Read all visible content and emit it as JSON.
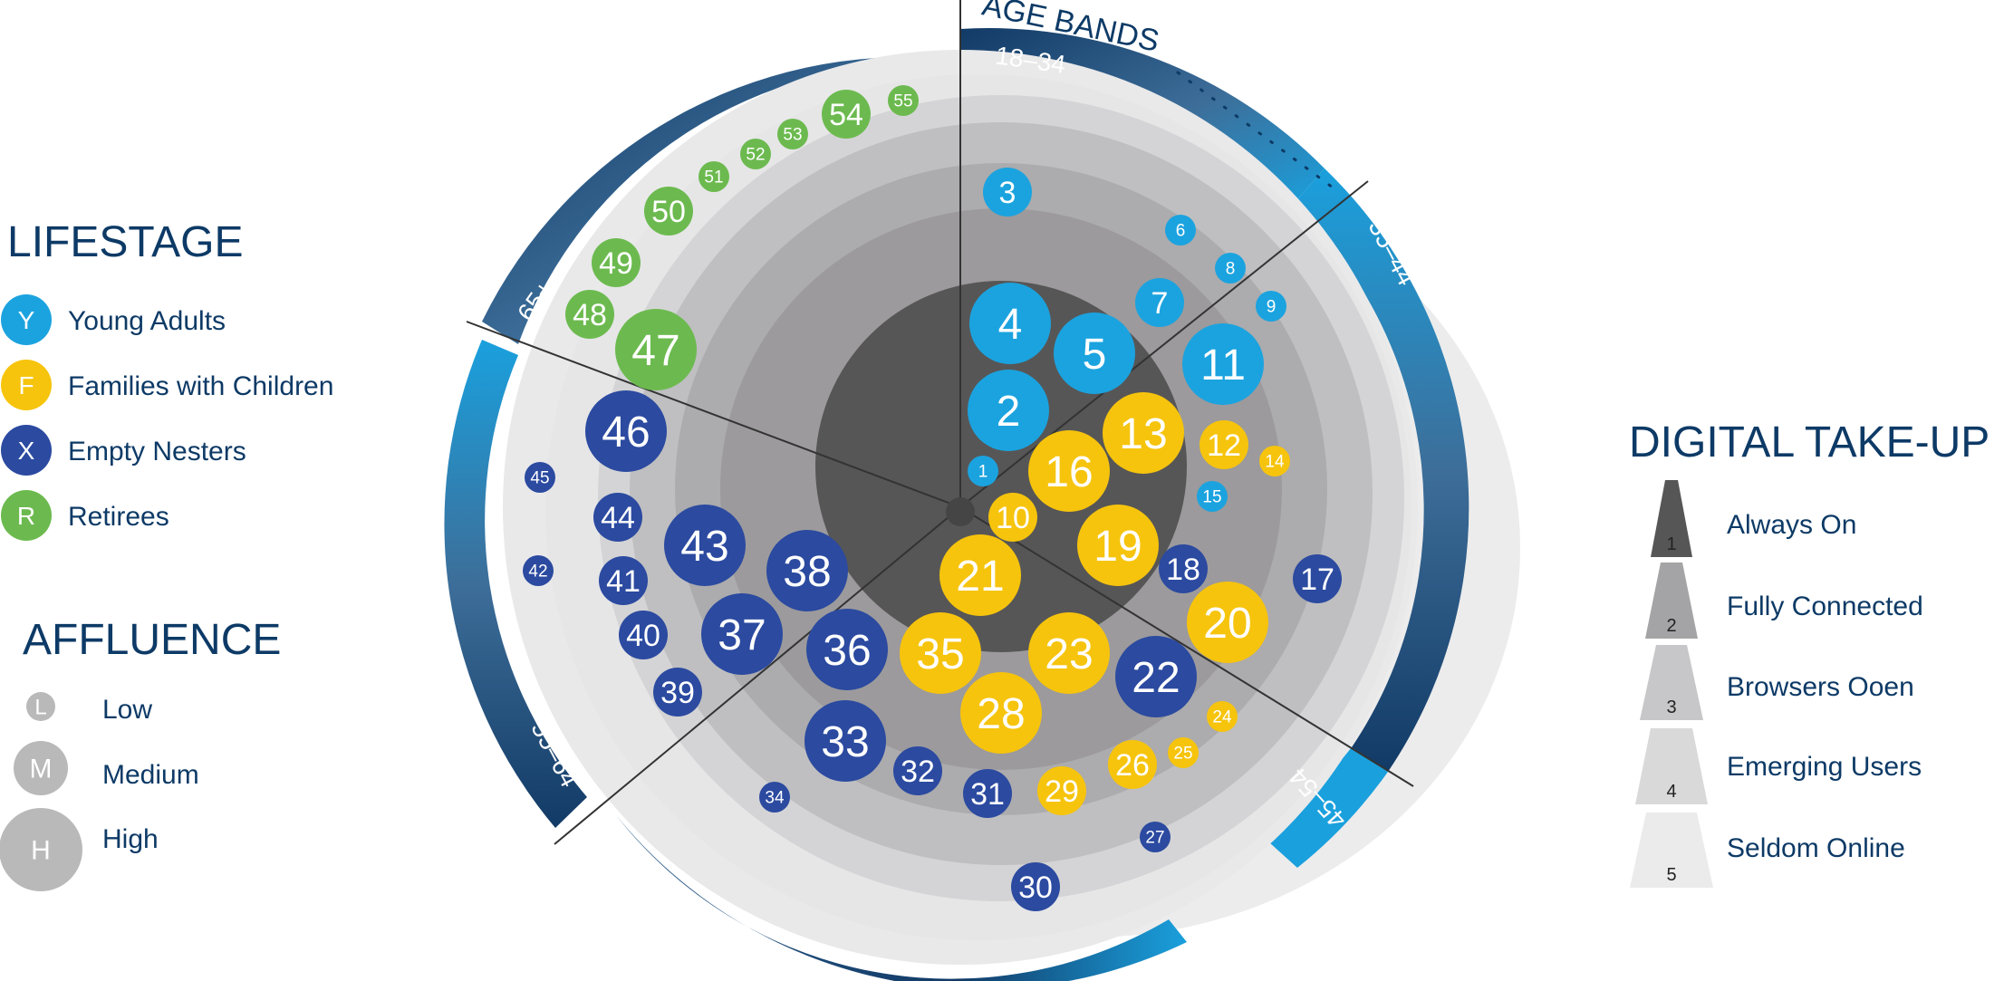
{
  "colors": {
    "young_adults": "#1ba3df",
    "families": "#f6c40d",
    "empty_nesters": "#2b4aa0",
    "retirees": "#6cba4f",
    "title": "#0d3a66",
    "band_dark": "#123a66",
    "band_light": "#1aa0dd",
    "affluence_grey": "#b9b9b9"
  },
  "lifestage": {
    "title": "LIFESTAGE",
    "items": [
      {
        "key": "young_adults",
        "letter": "Y",
        "label": "Young Adults"
      },
      {
        "key": "families",
        "letter": "F",
        "label": "Families with Children"
      },
      {
        "key": "empty_nesters",
        "letter": "X",
        "label": "Empty Nesters"
      },
      {
        "key": "retirees",
        "letter": "R",
        "label": "Retirees"
      }
    ]
  },
  "affluence": {
    "title": "AFFLUENCE",
    "items": [
      {
        "level": "low",
        "letter": "L",
        "label": "Low"
      },
      {
        "level": "medium",
        "letter": "M",
        "label": "Medium"
      },
      {
        "level": "high",
        "letter": "H",
        "label": "High"
      }
    ]
  },
  "digital": {
    "title": "DIGITAL TAKE-UP",
    "items": [
      {
        "num": "1",
        "label": "Always On",
        "shade": "#575656"
      },
      {
        "num": "2",
        "label": "Fully Connected",
        "shade": "#a4a3a5"
      },
      {
        "num": "3",
        "label": "Browsers Ooen",
        "shade": "#c7c7c9"
      },
      {
        "num": "4",
        "label": "Emerging Users",
        "shade": "#d9d9da"
      },
      {
        "num": "5",
        "label": "Seldom Online",
        "shade": "#ebebeb"
      }
    ]
  },
  "age_bands": {
    "title": "AGE BANDS",
    "labels": [
      "18–34",
      "35–44",
      "45–54",
      "55–64",
      "65+"
    ]
  },
  "segments": [
    {
      "n": "1",
      "group": "young_adults",
      "size": "low"
    },
    {
      "n": "2",
      "group": "young_adults",
      "size": "high"
    },
    {
      "n": "3",
      "group": "young_adults",
      "size": "medium"
    },
    {
      "n": "4",
      "group": "young_adults",
      "size": "high"
    },
    {
      "n": "5",
      "group": "young_adults",
      "size": "high"
    },
    {
      "n": "6",
      "group": "young_adults",
      "size": "low"
    },
    {
      "n": "7",
      "group": "young_adults",
      "size": "medium"
    },
    {
      "n": "8",
      "group": "young_adults",
      "size": "low"
    },
    {
      "n": "9",
      "group": "young_adults",
      "size": "low"
    },
    {
      "n": "10",
      "group": "families",
      "size": "medium"
    },
    {
      "n": "11",
      "group": "young_adults",
      "size": "high"
    },
    {
      "n": "12",
      "group": "families",
      "size": "medium"
    },
    {
      "n": "13",
      "group": "families",
      "size": "high"
    },
    {
      "n": "14",
      "group": "families",
      "size": "low"
    },
    {
      "n": "15",
      "group": "young_adults",
      "size": "low"
    },
    {
      "n": "16",
      "group": "families",
      "size": "high"
    },
    {
      "n": "17",
      "group": "empty_nesters",
      "size": "medium"
    },
    {
      "n": "18",
      "group": "empty_nesters",
      "size": "medium"
    },
    {
      "n": "19",
      "group": "families",
      "size": "high"
    },
    {
      "n": "20",
      "group": "families",
      "size": "high"
    },
    {
      "n": "21",
      "group": "families",
      "size": "high"
    },
    {
      "n": "22",
      "group": "empty_nesters",
      "size": "high"
    },
    {
      "n": "23",
      "group": "families",
      "size": "high"
    },
    {
      "n": "24",
      "group": "families",
      "size": "low"
    },
    {
      "n": "25",
      "group": "families",
      "size": "low"
    },
    {
      "n": "26",
      "group": "families",
      "size": "medium"
    },
    {
      "n": "27",
      "group": "empty_nesters",
      "size": "low"
    },
    {
      "n": "28",
      "group": "families",
      "size": "high"
    },
    {
      "n": "29",
      "group": "families",
      "size": "medium"
    },
    {
      "n": "30",
      "group": "empty_nesters",
      "size": "medium"
    },
    {
      "n": "31",
      "group": "empty_nesters",
      "size": "medium"
    },
    {
      "n": "32",
      "group": "empty_nesters",
      "size": "medium"
    },
    {
      "n": "33",
      "group": "empty_nesters",
      "size": "high"
    },
    {
      "n": "34",
      "group": "empty_nesters",
      "size": "low"
    },
    {
      "n": "35",
      "group": "families",
      "size": "high"
    },
    {
      "n": "36",
      "group": "empty_nesters",
      "size": "high"
    },
    {
      "n": "37",
      "group": "empty_nesters",
      "size": "high"
    },
    {
      "n": "38",
      "group": "empty_nesters",
      "size": "high"
    },
    {
      "n": "39",
      "group": "empty_nesters",
      "size": "medium"
    },
    {
      "n": "40",
      "group": "empty_nesters",
      "size": "medium"
    },
    {
      "n": "41",
      "group": "empty_nesters",
      "size": "medium"
    },
    {
      "n": "42",
      "group": "empty_nesters",
      "size": "low"
    },
    {
      "n": "43",
      "group": "empty_nesters",
      "size": "high"
    },
    {
      "n": "44",
      "group": "empty_nesters",
      "size": "medium"
    },
    {
      "n": "45",
      "group": "empty_nesters",
      "size": "low"
    },
    {
      "n": "46",
      "group": "empty_nesters",
      "size": "high"
    },
    {
      "n": "47",
      "group": "retirees",
      "size": "high"
    },
    {
      "n": "48",
      "group": "retirees",
      "size": "medium"
    },
    {
      "n": "49",
      "group": "retirees",
      "size": "medium"
    },
    {
      "n": "50",
      "group": "retirees",
      "size": "medium"
    },
    {
      "n": "51",
      "group": "retirees",
      "size": "low"
    },
    {
      "n": "52",
      "group": "retirees",
      "size": "low"
    },
    {
      "n": "53",
      "group": "retirees",
      "size": "low"
    },
    {
      "n": "54",
      "group": "retirees",
      "size": "medium"
    },
    {
      "n": "55",
      "group": "retirees",
      "size": "low"
    }
  ]
}
